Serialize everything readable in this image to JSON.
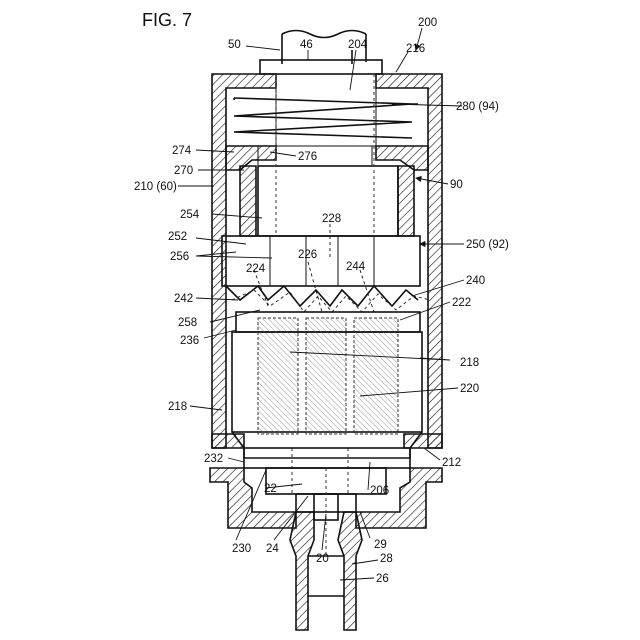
{
  "figure": {
    "title": "FIG. 7"
  },
  "labels": {
    "l200": "200",
    "l50": "50",
    "l46": "46",
    "l204": "204",
    "l216": "216",
    "l280": "280 (94)",
    "l274": "274",
    "l276": "276",
    "l270": "270",
    "l210": "210 (60)",
    "l90": "90",
    "l254": "254",
    "l228": "228",
    "l252": "252",
    "l250": "250 (92)",
    "l256": "256",
    "l224": "224",
    "l226": "226",
    "l244": "244",
    "l240": "240",
    "l242": "242",
    "l222": "222",
    "l258": "258",
    "l236": "236",
    "l218a": "218",
    "l220": "220",
    "l218b": "218",
    "l232": "232",
    "l212": "212",
    "l22": "22",
    "l206": "206",
    "l230": "230",
    "l24": "24",
    "l29": "29",
    "l20": "20",
    "l28": "28",
    "l26": "26"
  }
}
